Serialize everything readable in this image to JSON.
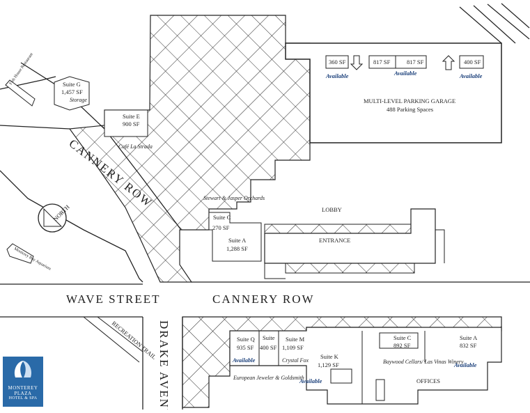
{
  "streets": {
    "cannery_row_upper": "CANNERY ROW",
    "cannery_row_lower": "CANNERY ROW",
    "wave_street": "WAVE STREET",
    "drake_avenue": "DRAKE AVENUE",
    "recreation_trail": "RECREATION TRAIL"
  },
  "signs": {
    "north": "NORTH",
    "monterey_bay_aquarium": "Monterey Bay Aquarium",
    "fish_house_restaurant": "Fish House Restaurant"
  },
  "garage": {
    "title": "MULTI-LEVEL PARKING GARAGE",
    "spaces": "488 Parking Spaces",
    "units": [
      {
        "size": "360 SF",
        "status": "Available"
      },
      {
        "size": "817 SF",
        "status": ""
      },
      {
        "size": "817 SF",
        "status": "Available"
      },
      {
        "size": "400 SF",
        "status": "Available"
      }
    ]
  },
  "suites_upper": [
    {
      "name": "Suite G",
      "size": "1,457 SF",
      "note": "Storage"
    },
    {
      "name": "Suite E",
      "size": "900 SF",
      "note": "Café La Strada"
    },
    {
      "name": "Suite C",
      "size": "270 SF",
      "note": "Stewart & Jasper Orchards"
    },
    {
      "name": "Suite A",
      "size": "1,288 SF",
      "note": ""
    }
  ],
  "hotel": {
    "lobby": "LOBBY",
    "entrance": "ENTRANCE"
  },
  "suites_lower": [
    {
      "name": "Suite Q",
      "size": "935 SF",
      "status": "Available"
    },
    {
      "name": "Suite",
      "size": "400 SF",
      "status": ""
    },
    {
      "name": "Suite M",
      "size": "1,109 SF",
      "note": "Crystal Fox"
    },
    {
      "name": "Suite K",
      "size": "1,129 SF",
      "status": "Available"
    },
    {
      "name": "Suite C",
      "size": "892 SF",
      "note": "Baywood Cellars/ Las Vinas Winery"
    },
    {
      "name": "Suite A",
      "size": "832 SF",
      "status": "Available"
    }
  ],
  "lower_notes": {
    "european_jeweler": "European Jeweler & Goldsmith",
    "offices": "OFFICES"
  },
  "logo": {
    "line1": "MONTEREY",
    "line2": "PLAZA",
    "line3": "HOTEL & SPA",
    "color": "#2a6aa8"
  },
  "colors": {
    "available_text": "#1a3f7a",
    "line": "#222222"
  }
}
